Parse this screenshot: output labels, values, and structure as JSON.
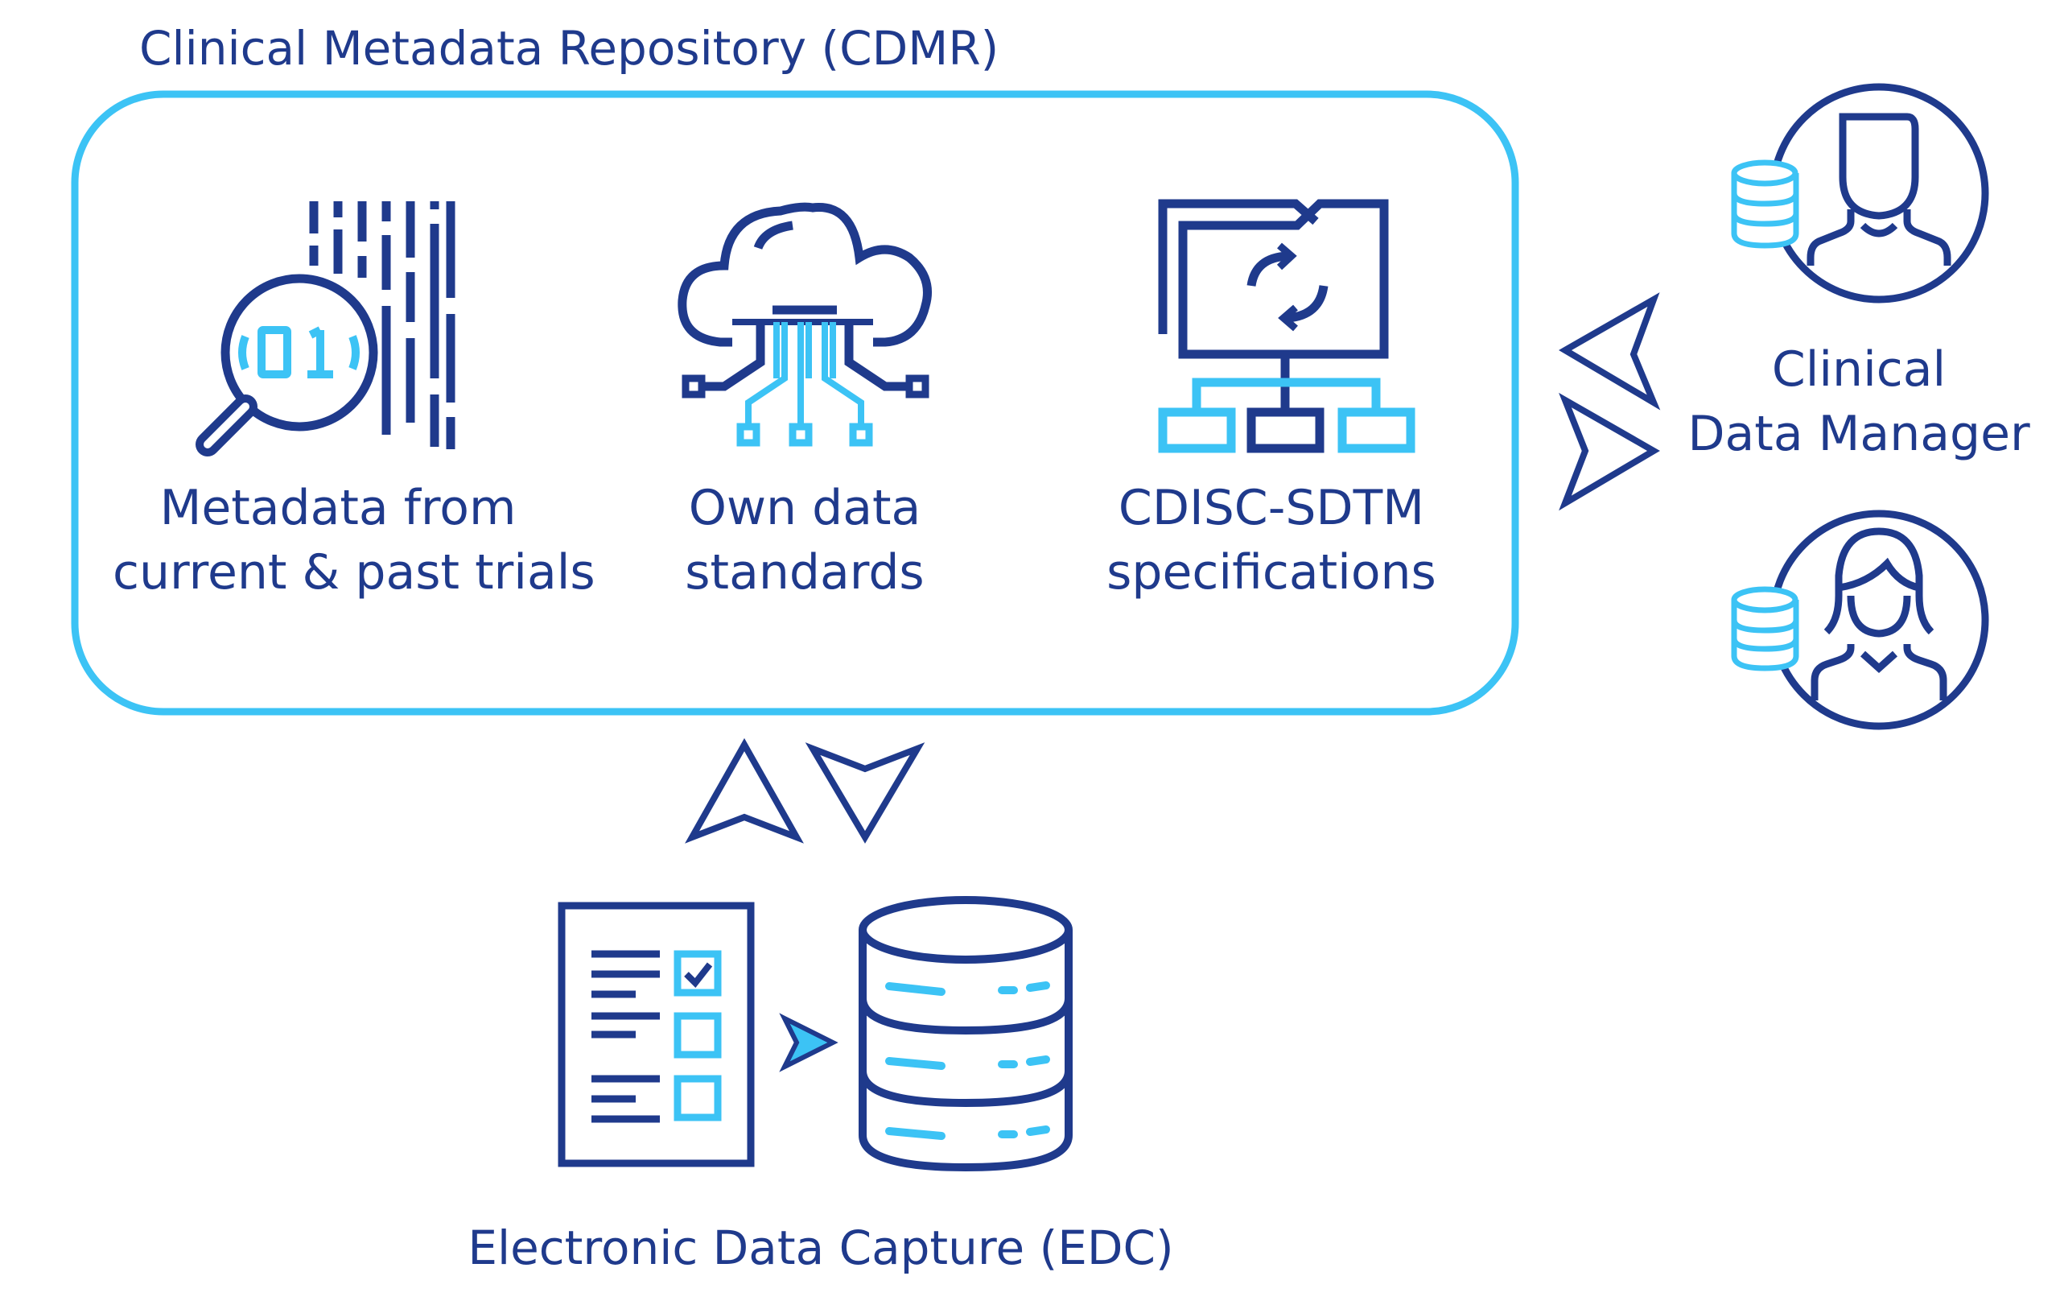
{
  "diagram": {
    "title": "Clinical Metadata Repository (CDMR)",
    "sources": [
      {
        "line1": "Metadata from",
        "line2": "current & past trials",
        "icon": "magnifier-binary-icon"
      },
      {
        "line1": "Own data",
        "line2": "standards",
        "icon": "cloud-network-icon"
      },
      {
        "line1": "CDISC-SDTM",
        "line2": "specifications",
        "icon": "monitor-sync-hierarchy-icon"
      }
    ],
    "manager": {
      "line1": "Clinical",
      "line2": "Data Manager",
      "icons": [
        "male-user-icon",
        "female-user-icon",
        "database-icon"
      ]
    },
    "edc": {
      "label": "Electronic Data Capture (EDC)",
      "icons": [
        "checklist-form-icon",
        "database-server-icon"
      ]
    },
    "colors": {
      "navy": "#1f3a8c",
      "sky": "#3cc3f5"
    }
  }
}
